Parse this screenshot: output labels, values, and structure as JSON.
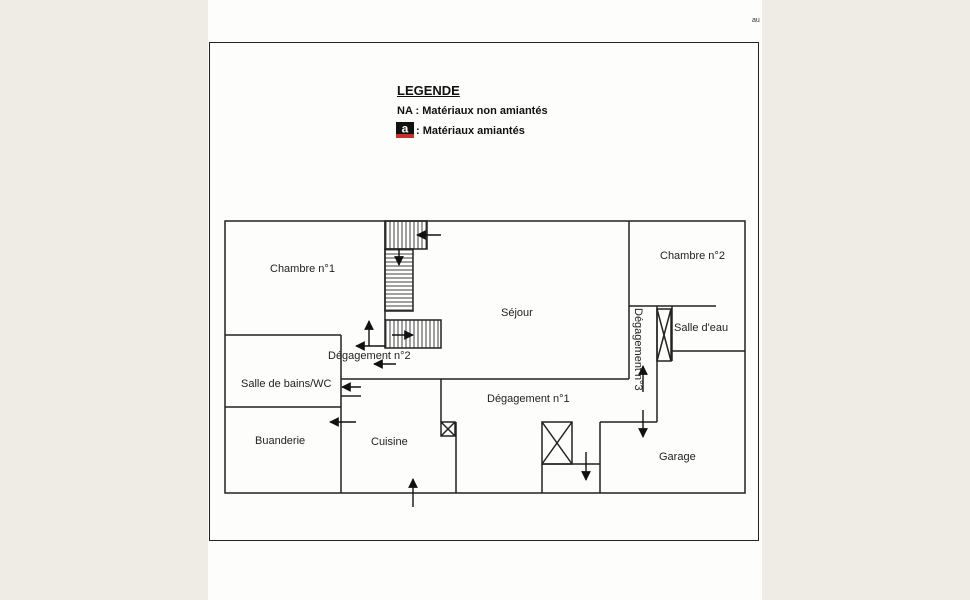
{
  "page_mark": "au",
  "legend": {
    "title": "LEGENDE",
    "na_line": "NA : Matériaux non amiantés",
    "a_line": ": Matériaux amiantés",
    "icon_letter": "a",
    "icon_color": "#c8302a"
  },
  "rooms": {
    "chambre1": "Chambre n°1",
    "sejour": "Séjour",
    "chambre2": "Chambre n°2",
    "salle_eau": "Salle d'eau",
    "degagement2": "Dégagement n°2",
    "degagement3": "Dégagement n°3",
    "salle_bains": "Salle de bains/WC",
    "degagement1": "Dégagement n°1",
    "buanderie": "Buanderie",
    "cuisine": "Cuisine",
    "garage": "Garage"
  }
}
